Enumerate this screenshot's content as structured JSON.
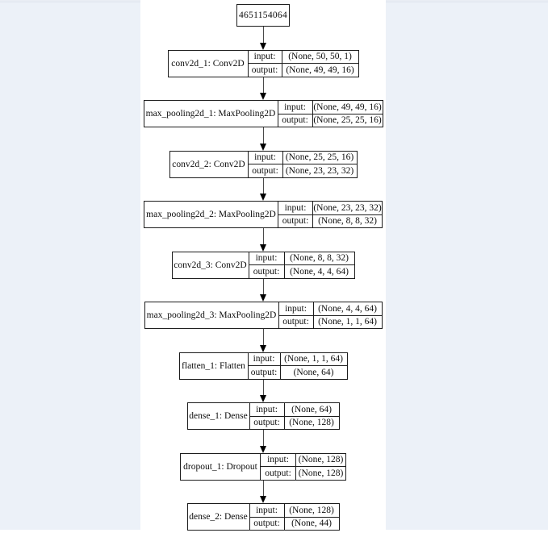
{
  "page": {
    "background_color": "#ffffff",
    "panel_color": "#ECF1F8",
    "border_color": "#1c1c1c"
  },
  "diagram": {
    "root_node": {
      "label": "4651154064"
    },
    "io_labels": {
      "input": "input:",
      "output": "output:"
    },
    "layers": [
      {
        "name": "conv2d_1: Conv2D",
        "input": "(None, 50, 50, 1)",
        "output": "(None, 49, 49, 16)"
      },
      {
        "name": "max_pooling2d_1: MaxPooling2D",
        "input": "(None, 49, 49, 16)",
        "output": "(None, 25, 25, 16)"
      },
      {
        "name": "conv2d_2: Conv2D",
        "input": "(None, 25, 25, 16)",
        "output": "(None, 23, 23, 32)"
      },
      {
        "name": "max_pooling2d_2: MaxPooling2D",
        "input": "(None, 23, 23, 32)",
        "output": "(None, 8, 8, 32)"
      },
      {
        "name": "conv2d_3: Conv2D",
        "input": "(None, 8, 8, 32)",
        "output": "(None, 4, 4, 64)"
      },
      {
        "name": "max_pooling2d_3: MaxPooling2D",
        "input": "(None, 4, 4, 64)",
        "output": "(None, 1, 1, 64)"
      },
      {
        "name": "flatten_1: Flatten",
        "input": "(None, 1, 1, 64)",
        "output": "(None, 64)"
      },
      {
        "name": "dense_1: Dense",
        "input": "(None, 64)",
        "output": "(None, 128)"
      },
      {
        "name": "dropout_1: Dropout",
        "input": "(None, 128)",
        "output": "(None, 128)"
      },
      {
        "name": "dense_2: Dense",
        "input": "(None, 128)",
        "output": "(None, 44)"
      }
    ]
  }
}
